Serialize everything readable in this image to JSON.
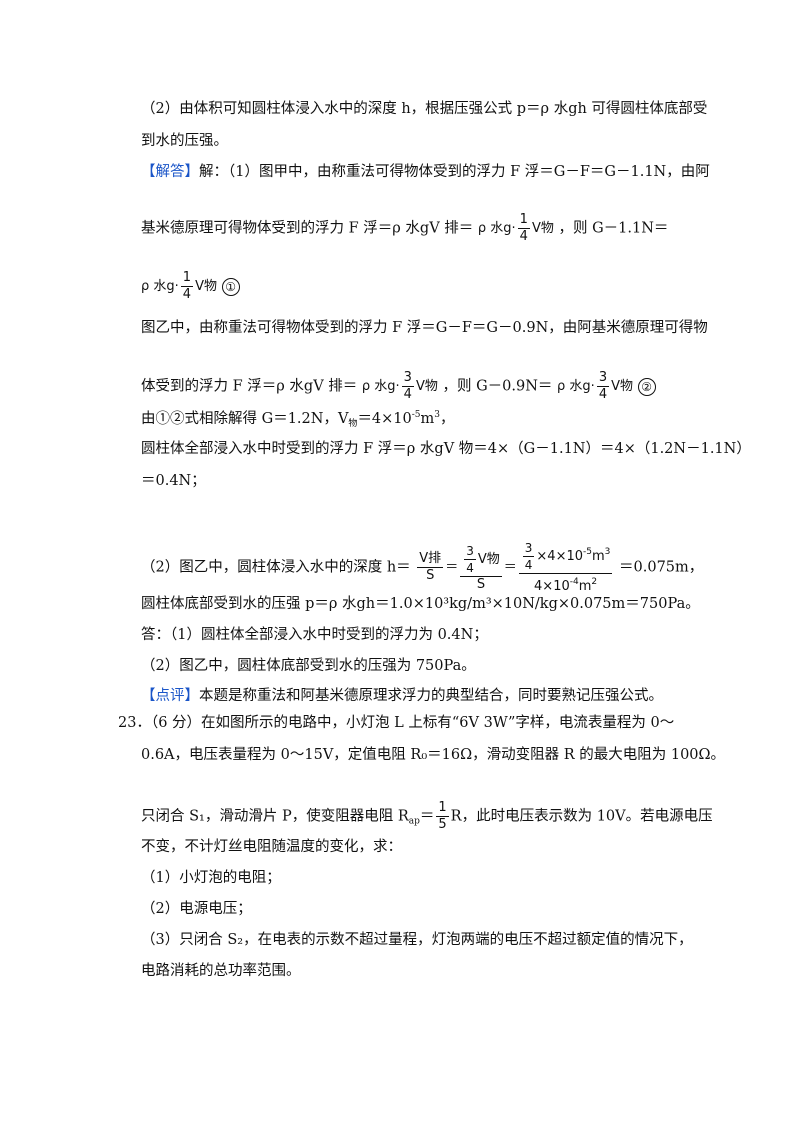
{
  "lines": {
    "l1": "（2）由体积可知圆柱体浸入水中的深度 h，根据压强公式 p＝ρ 水gh 可得圆柱体底部受",
    "l2": "到水的压强。",
    "answer_tag": "【解答】",
    "l3": "解：（1）图甲中，由称重法可得物体受到的浮力 F 浮＝G－F＝G－1.1N，由阿",
    "l4a": "基米德原理可得物体受到的浮力 F 浮＝ρ 水gV 排＝",
    "l4b": "，则 G－1.1N＝",
    "l6": "图乙中，由称重法可得物体受到的浮力 F 浮＝G－F＝G－0.9N，由阿基米德原理可得物",
    "l7a": "体受到的浮力 F 浮＝ρ 水gV 排＝",
    "l7b": "，则 G－0.9N＝",
    "l8a": "由①②式相除解得 G＝1.2N，V",
    "l8b": "物",
    "l8c": "＝4×10",
    "l8d": "-5",
    "l8e": "m",
    "l8f": "3",
    "l8g": "，",
    "l9": "圆柱体全部浸入水中时受到的浮力 F 浮＝ρ 水gV 物＝4×（G－1.1N）＝4×（1.2N－1.1N）",
    "l10": "＝0.4N；",
    "l11a": "（2）图乙中，圆柱体浸入水中的深度 h＝",
    "l11b": "＝0.075m，",
    "l12": "圆柱体底部受到水的压强 p＝ρ 水gh＝1.0×10³kg/m³×10N/kg×0.075m＝750Pa。",
    "l13": "答：（1）圆柱体全部浸入水中时受到的浮力为 0.4N；",
    "l14": "（2）图乙中，圆柱体底部受到水的压强为 750Pa。",
    "comment_tag": "【点评】",
    "l15": "本题是称重法和阿基米德原理求浮力的典型结合，同时要熟记压强公式。",
    "q_num": "23．",
    "l16": "（6 分）在如图所示的电路中，小灯泡 L 上标有“6V  3W”字样，电流表量程为 0～",
    "l17": "0.6A，电压表量程为 0～15V，定值电阻 R₀＝16Ω，滑动变阻器 R 的最大电阻为 100Ω。",
    "l18a": "只闭合 S₁，滑动滑片 P，使变阻器电阻 R",
    "l18b": "ap",
    "l18c": "＝",
    "l18d": "R，此时电压表示数为 10V。若电源电压",
    "l19": "不变，不计灯丝电阻随温度的变化，求：",
    "l20": "（1）小灯泡的电阻；",
    "l21": "（2）电源电压；",
    "l22": "（3）只闭合 S₂，在电表的示数不超过量程，灯泡两端的电压不超过额定值的情况下，",
    "l23": "电路消耗的总功率范围。"
  },
  "formulas": {
    "rho_g": "ρ 水g",
    "v_wu": "V物",
    "one": "1",
    "three": "3",
    "four": "4",
    "five": "5",
    "circle1": "①",
    "circle2": "②",
    "v_pai": "V排",
    "s": "S",
    "big_num": "×4×10",
    "big_num_sup": "-5",
    "big_num_unit": "m",
    "big_num_unit_sup": "3",
    "big_den": "4×10",
    "big_den_sup": "-4",
    "big_den_unit": "m",
    "big_den_unit_sup": "2",
    "eq": "＝"
  }
}
